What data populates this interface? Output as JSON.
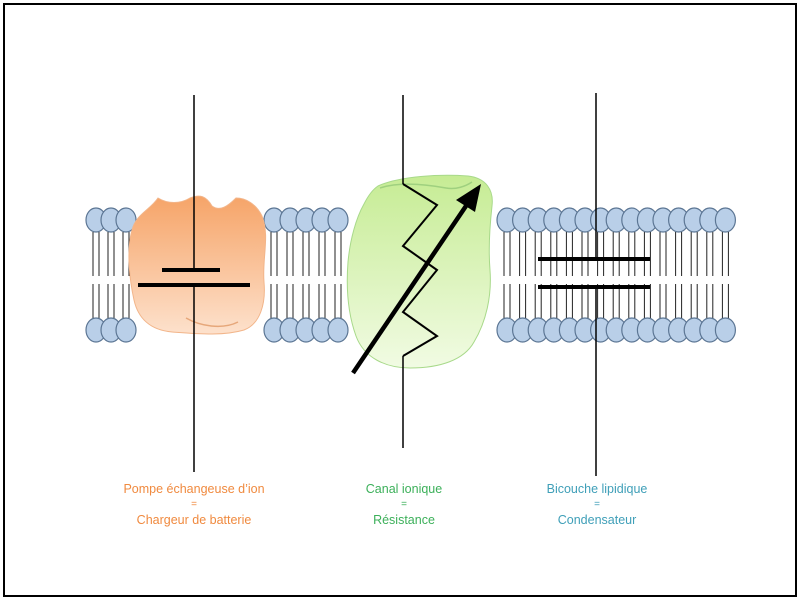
{
  "colors": {
    "pump": "#f08a3f",
    "channel": "#3cb05a",
    "bilayer": "#3f9fb8",
    "lipid_head": "#b9cfe8",
    "lipid_outline": "#5c7694",
    "pump_fill": "#f8b989",
    "channel_fill": "#d8f3b3"
  },
  "captions": {
    "pump": {
      "line1": "Pompe échangeuse  d’ion",
      "line2": "=",
      "line3": "Chargeur de batterie"
    },
    "channel": {
      "line1": "Canal ionique",
      "line2": "=",
      "line3": "Résistance"
    },
    "bilayer": {
      "line1": "Bicouche lipidique",
      "line2": "=",
      "line3": "Condensateur"
    }
  }
}
